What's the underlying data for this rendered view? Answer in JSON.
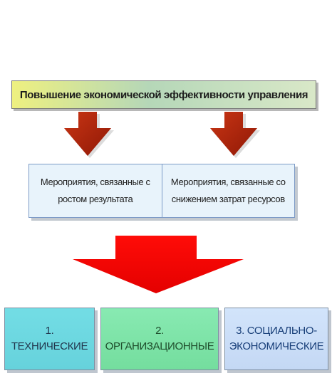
{
  "diagram": {
    "title": "Повышение экономической эффективности управления",
    "measures": [
      {
        "label": "Мероприятия, связанные с\nростом результата"
      },
      {
        "label": "Мероприятия, связанные со\nснижением затрат ресурсов"
      }
    ],
    "directions": [
      {
        "label": "1. ТЕХНИЧЕСКИЕ"
      },
      {
        "label": "2. ОРГАНИЗАЦИОННЫЕ"
      },
      {
        "label": "3. СОЦИАЛЬНО-\nЭКОНОМИЧЕСКИЕ"
      }
    ]
  }
}
